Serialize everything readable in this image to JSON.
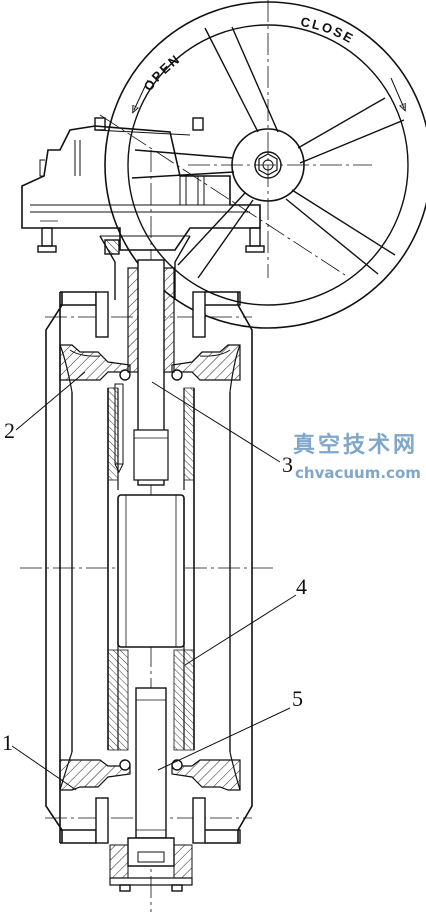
{
  "handwheel": {
    "open_label": "OPEN",
    "close_label": "CLOSE"
  },
  "callouts": [
    {
      "id": "1",
      "label": "1"
    },
    {
      "id": "2",
      "label": "2"
    },
    {
      "id": "3",
      "label": "3"
    },
    {
      "id": "4",
      "label": "4"
    },
    {
      "id": "5",
      "label": "5"
    }
  ],
  "watermark": {
    "chinese": "真空技术网",
    "site": "chvacuum.com"
  },
  "colors": {
    "line": "#111111",
    "hatch": "#333333",
    "watermark": "#7fa7c9"
  }
}
